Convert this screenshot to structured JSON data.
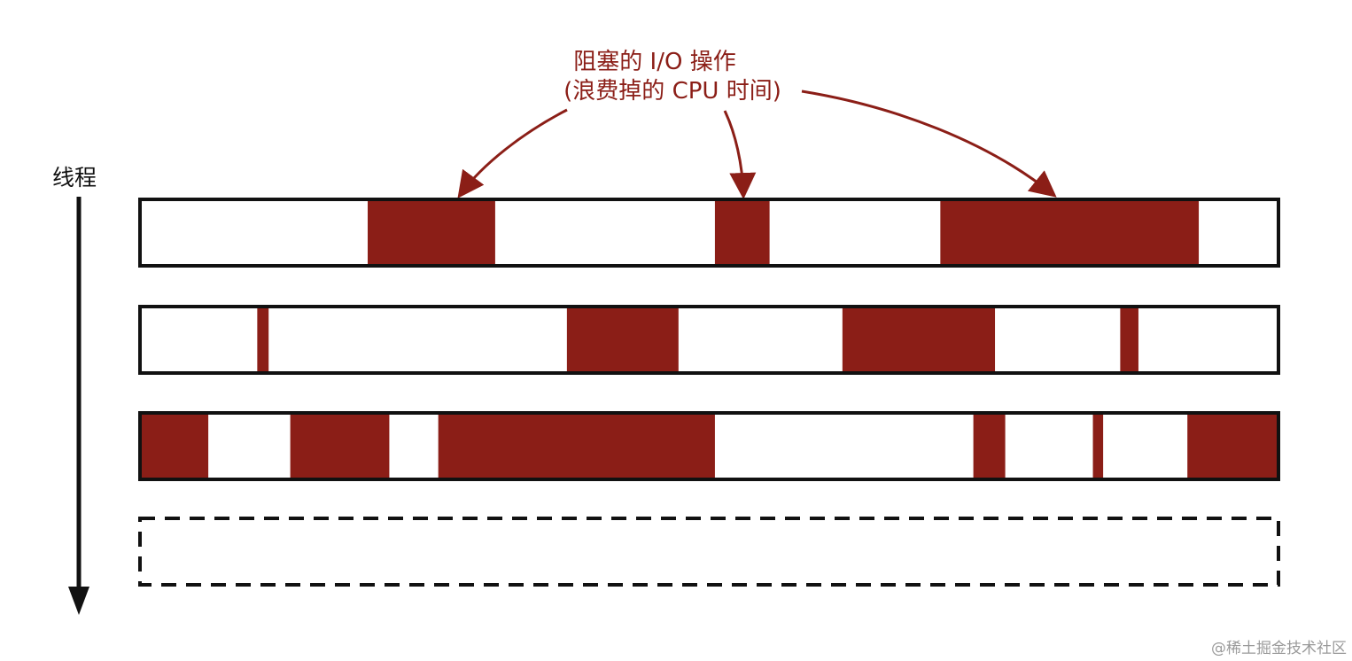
{
  "axis": {
    "label": "线程"
  },
  "callout": {
    "line1": "阻塞的 I/O 操作",
    "line2": "(浪费掉的 CPU 时间)"
  },
  "colors": {
    "blocked": "#8b1e17",
    "outline": "#111111",
    "annotation": "#8b1e17"
  },
  "threads": [
    {
      "blocked": [
        [
          0.2,
          0.312
        ],
        [
          0.505,
          0.553
        ],
        [
          0.703,
          0.93
        ]
      ]
    },
    {
      "blocked": [
        [
          0.103,
          0.113
        ],
        [
          0.375,
          0.473
        ],
        [
          0.617,
          0.751
        ],
        [
          0.861,
          0.877
        ]
      ]
    },
    {
      "blocked": [
        [
          0.0,
          0.06
        ],
        [
          0.132,
          0.219
        ],
        [
          0.262,
          0.505
        ],
        [
          0.732,
          0.76
        ],
        [
          0.837,
          0.846
        ],
        [
          0.92,
          1.0
        ]
      ]
    }
  ],
  "placeholder_thread": {
    "style": "dashed"
  },
  "watermark": "@稀土掘金技术社区"
}
